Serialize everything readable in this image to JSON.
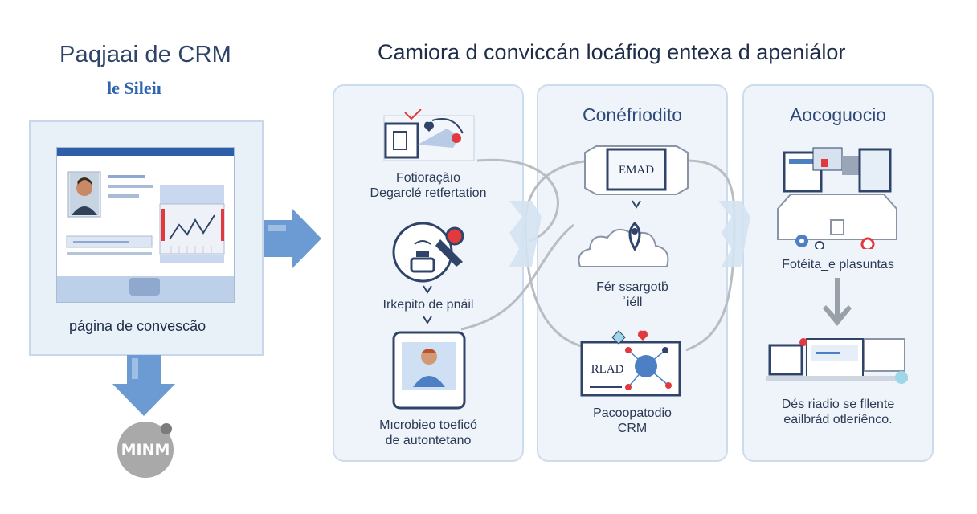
{
  "left": {
    "title": "Paqjaai de CRM",
    "subtitle": "le Sileiı",
    "box_label": "página de convescão",
    "logo_text": "MINM"
  },
  "main_title": "Camiora d conviccán locáfiog entexa d apeniálor",
  "panels": [
    {
      "title": "",
      "steps": [
        {
          "caption_lines": [
            "Fotioraçãıo",
            "Degarclé retfertation"
          ]
        },
        {
          "caption_lines": [
            "Irkepito de pnáil"
          ]
        },
        {
          "caption_lines": [
            "Mıcrobieo toeficó",
            "de autontetano"
          ]
        }
      ]
    },
    {
      "title": "Conéfriodito",
      "steps": [
        {
          "device_label": "EMAD",
          "caption_lines": []
        },
        {
          "caption_lines": [
            "Fér ssargotḃ",
            "ʾiéll"
          ]
        },
        {
          "device_label": "RLAD",
          "caption_lines": [
            "Pacoopatodio",
            "CRM"
          ]
        }
      ]
    },
    {
      "title": "Aocoguocio",
      "steps": [
        {
          "caption_lines": [
            "Fotéita_e plasuntas"
          ]
        },
        {
          "caption_lines": [
            "Dés riadio se fllente",
            "eailbrád otleriênco."
          ]
        }
      ]
    }
  ],
  "colors": {
    "arrow_blue": "#6b9bd2",
    "panel_bg": "#eef4fa",
    "panel_border": "#cddcec",
    "navy": "#2f4468",
    "accent_red": "#e0393e",
    "connector_gray": "#b9bcc2"
  },
  "icons": [
    "arrow-right-icon",
    "arrow-down-icon",
    "photo-frame-icon",
    "map-pin-icon",
    "heart-icon",
    "gear-icon",
    "person-avatar-icon",
    "cloud-icon",
    "perfume-bottle-icon",
    "laptop-icon"
  ]
}
